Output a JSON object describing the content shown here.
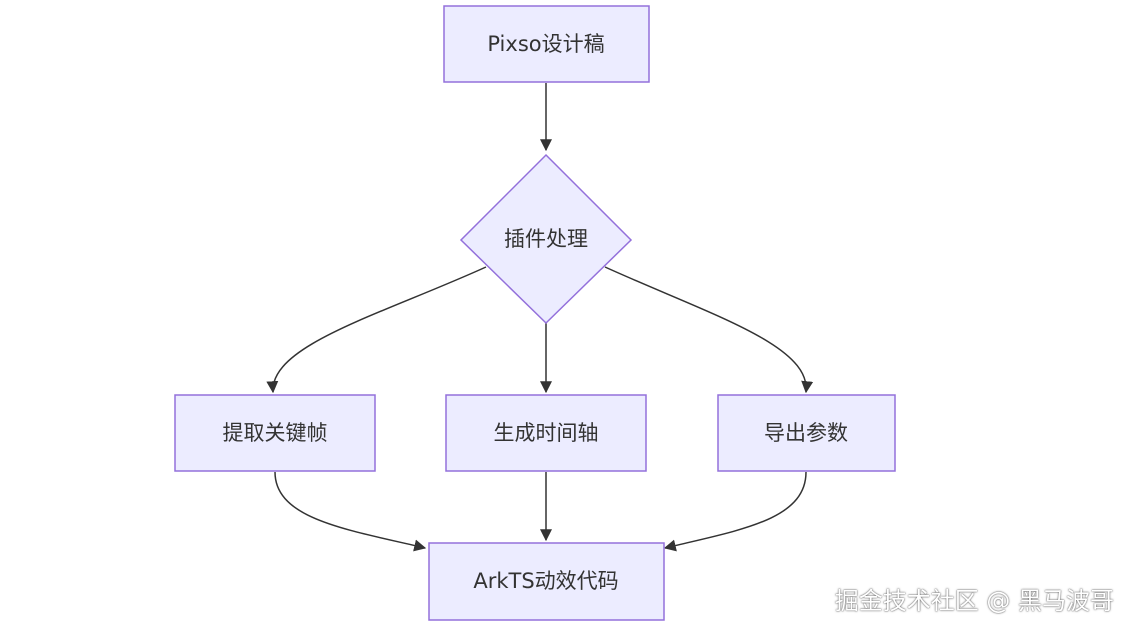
{
  "nodes": {
    "design": {
      "label": "Pixso设计稿"
    },
    "plugin": {
      "label": "插件处理"
    },
    "keyframes": {
      "label": "提取关键帧"
    },
    "timeline": {
      "label": "生成时间轴"
    },
    "params": {
      "label": "导出参数"
    },
    "code": {
      "label": "ArkTS动效代码"
    }
  },
  "edges": [
    {
      "from": "design",
      "to": "plugin"
    },
    {
      "from": "plugin",
      "to": "keyframes"
    },
    {
      "from": "plugin",
      "to": "timeline"
    },
    {
      "from": "plugin",
      "to": "params"
    },
    {
      "from": "keyframes",
      "to": "code"
    },
    {
      "from": "timeline",
      "to": "code"
    },
    {
      "from": "params",
      "to": "code"
    }
  ],
  "colors": {
    "node_fill": "#ececff",
    "node_stroke": "#9370db",
    "edge": "#333333",
    "text": "#333333"
  },
  "watermark": "掘金技术社区 @ 黑马波哥"
}
